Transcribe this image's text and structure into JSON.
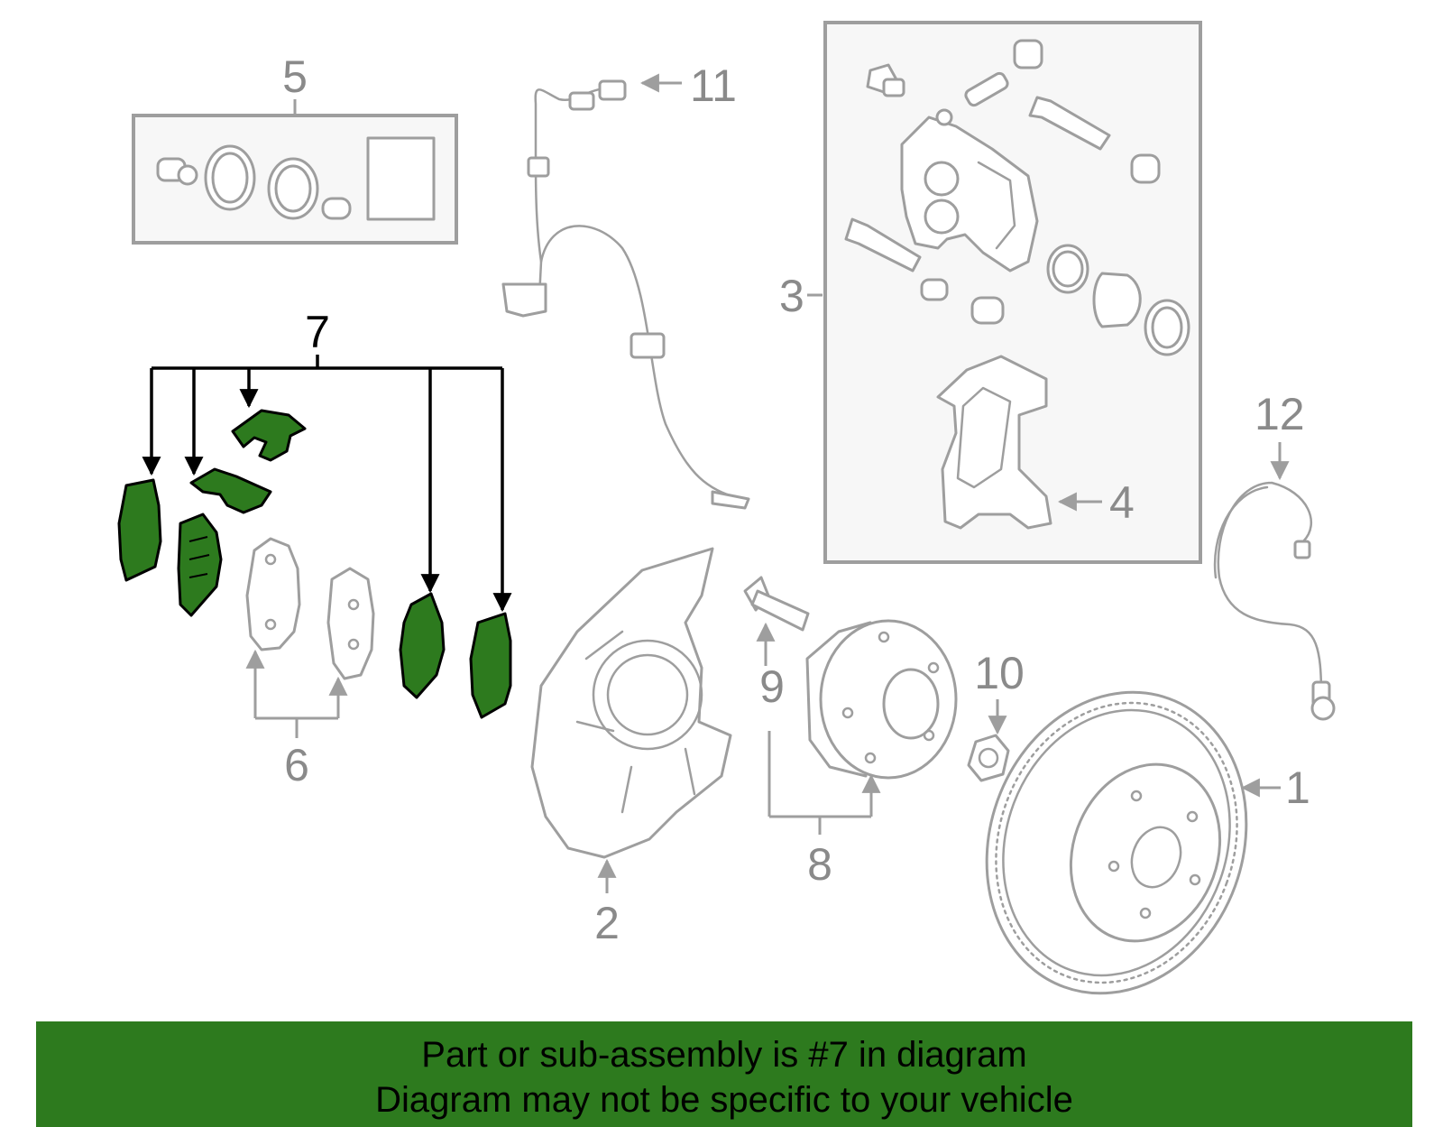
{
  "callouts": {
    "c1": "1",
    "c2": "2",
    "c3": "3",
    "c4": "4",
    "c5": "5",
    "c6": "6",
    "c7": "7",
    "c8": "8",
    "c9": "9",
    "c10": "10",
    "c11": "11",
    "c12": "12"
  },
  "highlight": {
    "part_number": "7",
    "color": "#2d7a1e"
  },
  "banner": {
    "line1": "Part or sub-assembly is #7 in diagram",
    "line2": "Diagram may not be specific to your vehicle",
    "background": "#2d7a1e"
  },
  "colors": {
    "outline": "#9e9e9e",
    "label": "#8a8a8a",
    "highlight_outline": "#000000"
  }
}
